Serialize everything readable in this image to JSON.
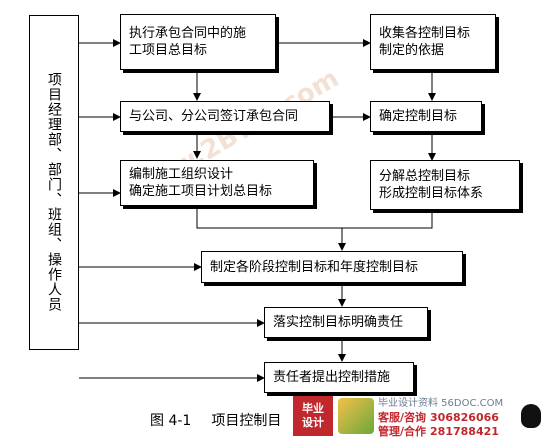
{
  "left_box": "项目经理部、部门、班组、操作人员",
  "boxes": {
    "b1": [
      "执行承包合同中的施",
      "工项目总目标"
    ],
    "b2": [
      "收集各控制目标",
      "制定的依据"
    ],
    "b3": [
      "与公司、分公司签订承包合同"
    ],
    "b4": [
      "确定控制目标"
    ],
    "b5": [
      "编制施工组织设计",
      "确定施工项目计划总目标"
    ],
    "b6": [
      "分解总控制目标",
      "形成控制目标体系"
    ],
    "b7": [
      "制定各阶段控制目标和年度控制目标"
    ],
    "b8": [
      "落实控制目标明确责任"
    ],
    "b9": [
      "责任者提出控制措施"
    ]
  },
  "caption": {
    "number": "图 4-1",
    "title": "项目控制目"
  },
  "watermark": {
    "diagonal": "www.2BYSJ.com",
    "logo": [
      "毕业",
      "设计"
    ],
    "site": "毕业设计资料 56DOC.COM",
    "line1_label": "客服/咨询",
    "line1_number": "306826066",
    "line2_label": "管理/合作",
    "line2_number": "281788421"
  }
}
